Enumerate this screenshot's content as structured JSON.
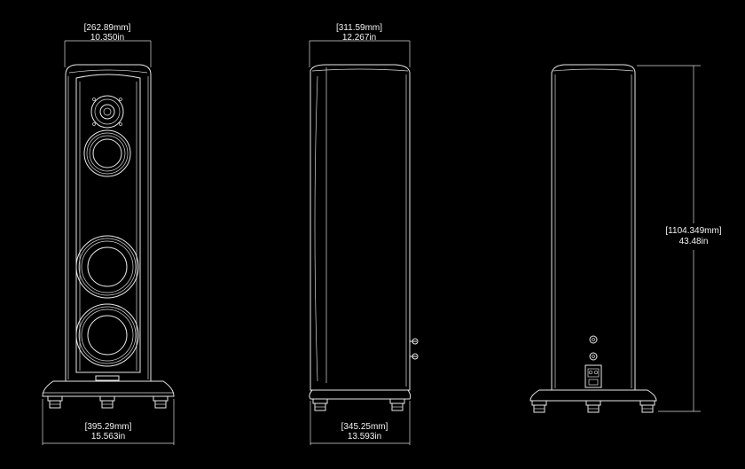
{
  "dimensions": {
    "front_top": {
      "mm": "[262.89mm]",
      "in": "10.350in"
    },
    "side_top": {
      "mm": "[311.59mm]",
      "in": "12.267in"
    },
    "front_bottom": {
      "mm": "[395.29mm]",
      "in": "15.563in"
    },
    "side_bottom": {
      "mm": "[345.25mm]",
      "in": "13.593in"
    },
    "height": {
      "mm": "[1104.349mm]",
      "in": "43.48in"
    }
  },
  "colors": {
    "background": "#000000",
    "line": "#e9e9e9"
  }
}
